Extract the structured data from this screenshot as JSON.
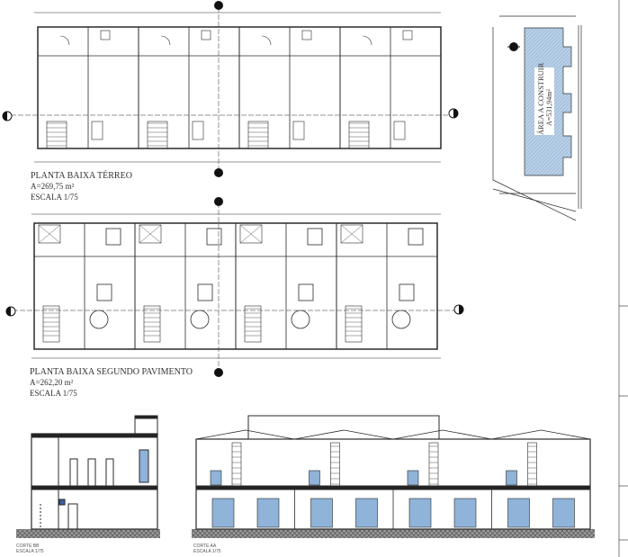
{
  "plan_ground": {
    "title": "PLANTA BAIXA TÉRREO",
    "area": "A=269,75 m²",
    "scale": "ESCALA 1/75"
  },
  "plan_upper": {
    "title": "PLANTA BAIXA SEGUNDO PAVIMENTO",
    "area": "A=262,20 m²",
    "scale": "ESCALA 1/75"
  },
  "site_plan": {
    "label": "ÁREA A CONSTRUIR",
    "area": "A=531,94m²"
  },
  "section_bb": {
    "title": "CORTE BB",
    "scale": "ESCALA 1/75"
  },
  "section_aa": {
    "title": "CORTE AA",
    "scale": "ESCALA 1/75"
  },
  "colors": {
    "line": "#2a2a2a",
    "hatch_fill": "#b8cfe6",
    "window": "#8fb3d9",
    "ground": "#777777"
  }
}
